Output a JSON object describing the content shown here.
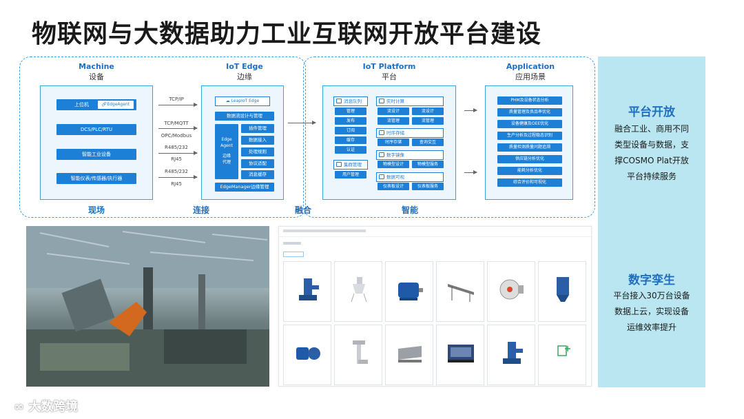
{
  "title": "物联网与大数据助力工业互联网开放平台建设",
  "machine": {
    "title": "Machine",
    "subtitle": "设备",
    "items": [
      "上位机",
      "DCS/PLC/RTU",
      "智能工业设备",
      "智能仪表/传感器/执行器"
    ],
    "agent": "EdgeAgent",
    "footer": "现场"
  },
  "protocols": [
    "TCP/IP",
    "TCP/MQTT",
    "OPC/Modbus",
    "R485/232",
    "RJ45",
    "R485/232",
    "RJ45"
  ],
  "connect_footer": "连接",
  "fusion_footer": "融合",
  "edge": {
    "title": "IoT Edge",
    "subtitle": "边缘",
    "header": "LeapIoT Edge",
    "flow": "数据流设计与管理",
    "agent_label": "Edge Agent",
    "proxy_label": "边缘代理",
    "mods": [
      "插件管理",
      "数据接入",
      "处理规则",
      "协议适配",
      "消息缓存"
    ],
    "manager": "EdgeManager边缘管理"
  },
  "platform": {
    "title": "IoT Platform",
    "subtitle": "平台",
    "mq": "消息队列",
    "mq_items": [
      "管理",
      "发布",
      "订阅",
      "缓存",
      "认证"
    ],
    "cluster": "集群管理",
    "user": "用户管理",
    "rt": "实时计算",
    "rt_items": [
      "流设计",
      "流设计",
      "流管理",
      "流管理"
    ],
    "ts": "时序存储",
    "ts_items": [
      "时序存储",
      "查询交互"
    ],
    "twin": "数字镜像",
    "twin_items": [
      "物模型设计",
      "物模型服务"
    ],
    "viz": "数据可视",
    "viz_items": [
      "仪表板设计",
      "仪表板服务"
    ],
    "footer": "智能"
  },
  "application": {
    "title": "Application",
    "subtitle": "应用场景",
    "items": [
      "PHM及设备状态分析",
      "质量管理及良品率优化",
      "设备健康及OEE优化",
      "生产分析及过程稳态识别",
      "质量检测质量问题追溯",
      "供应链分析优化",
      "能耗分析优化",
      "综合评价和可视化"
    ]
  },
  "right_panel": {
    "h1": "平台开放",
    "t1": [
      "融合工业、商用不同",
      "类型设备与数据，支",
      "撑COSMO Plat开放",
      "平台持续服务"
    ],
    "h2": "数字孪生",
    "t2": [
      "平台接入30万台设备",
      "数据上云，实现设备",
      "运维效率提升"
    ]
  },
  "watermark": "大数跨境",
  "colors": {
    "accent": "#1e7fd6",
    "frame": "#3aa0e0",
    "panel_bg": "#b9e6f0",
    "heading": "#1f6fc0"
  }
}
